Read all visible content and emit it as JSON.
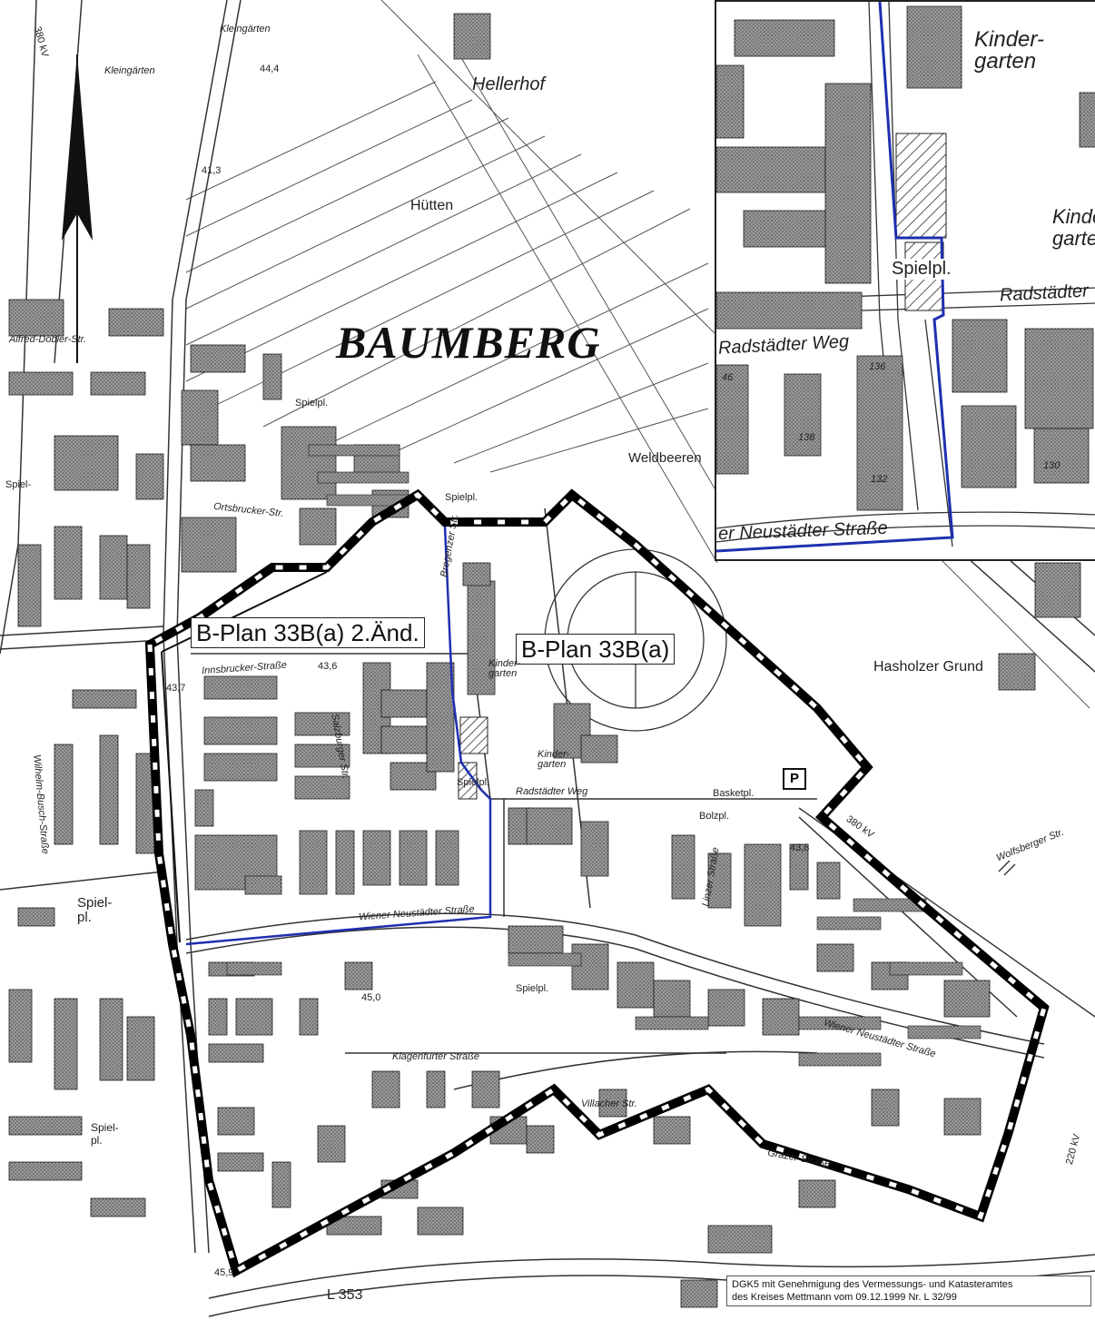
{
  "map": {
    "title": "BAUMBERG",
    "plan_labels": {
      "plan_amendment": "B-Plan 33B(a) 2.Änd.",
      "plan_base": "B-Plan 33B(a)"
    },
    "place_names": {
      "hellerhof": "Hellerhof",
      "huetten": "Hütten",
      "weldbeeren": "Weldbeeren",
      "hasholzer_grund": "Hasholzer Grund",
      "kleingaerten_1": "Kleingärten",
      "kleingaerten_2": "Kleingärten"
    },
    "streets": {
      "alfred_dobler": "Alfred-Döbler-Str.",
      "ortsbrucker": "Ortsbrucker-Str.",
      "innsbrucker": "Innsbrucker-Straße",
      "radstaedter": "Radstädter Weg",
      "wiener_neustaedter": "Wiener Neustädter Straße",
      "wiener_neustaedter_2": "Wiener Neustädter Straße",
      "klagenfurter": "Klagenfurter Straße",
      "wolfsberger": "Wolfsberger Str.",
      "villacher": "Villacher Str.",
      "linzer": "Linzer Straße",
      "grazer": "Grazer Straße",
      "bregenzer": "Bregenzer Str.",
      "salzburger": "Salzburger Str.",
      "wilhelm_busch": "Wilhelm-Busch-Straße",
      "l353": "L 353"
    },
    "facilities": {
      "kindergarten_1": "Kinder-\ngarten",
      "kindergarten_2": "Kinder-\ngarten",
      "spielpl_1": "Spielpl.",
      "spielpl_2": "Spielpl.",
      "spielpl_3": "Spielpl.",
      "spielpl_4": "Spielpl.",
      "spielpl_5": "Spiel-\npl.",
      "spielpl_6": "Spiel-\npl.",
      "spielpl_7": "Spiel-",
      "basketpl": "Basketpl.",
      "bolzpl": "Bolzpl.",
      "parking": "P"
    },
    "power_line": {
      "kv_1": "380 kV",
      "kv_2": "380 kV",
      "kv_3": "220 kV"
    },
    "elevations": [
      "44,4",
      "41,3",
      "43,6",
      "43,7",
      "43,8",
      "45,0",
      "45,9"
    ],
    "credit_line_1": "DGK5 mit Genehmigung des Vermessungs- und Katasteramtes",
    "credit_line_2": "des Kreises Mettmann vom 09.12.1999 Nr. L 32/99"
  },
  "inset": {
    "kindergarten_1": "Kinder-\ngarten",
    "kindergarten_2": "Kinder-\ngarten",
    "spielpl": "Spielpl.",
    "radstaedter_weg": "Radstädter Weg",
    "radstaedter_2": "Radstädter",
    "neustaedter": "er Neustädter Straße",
    "house_numbers": [
      "46",
      "136",
      "138",
      "132",
      "130"
    ]
  },
  "colors": {
    "plan_boundary": "#000000",
    "amendment_boundary": "#1f2fb0",
    "building": "#8a8a8a",
    "line": "#444444"
  }
}
